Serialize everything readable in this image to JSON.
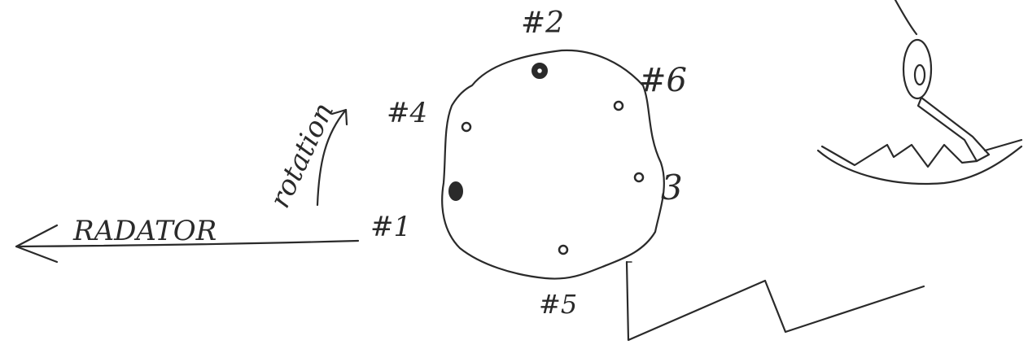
{
  "labels": {
    "radiator": "RADATOR",
    "rotation": "rotation"
  },
  "ports": [
    {
      "id": "port-2",
      "label": "#2"
    },
    {
      "id": "port-6",
      "label": "#6"
    },
    {
      "id": "port-4",
      "label": "#4"
    },
    {
      "id": "port-3",
      "label": "3"
    },
    {
      "id": "port-1",
      "label": "#1"
    },
    {
      "id": "port-5",
      "label": "#5"
    }
  ],
  "colors": {
    "ink": "#2a2a2a",
    "paper": "#ffffff"
  }
}
